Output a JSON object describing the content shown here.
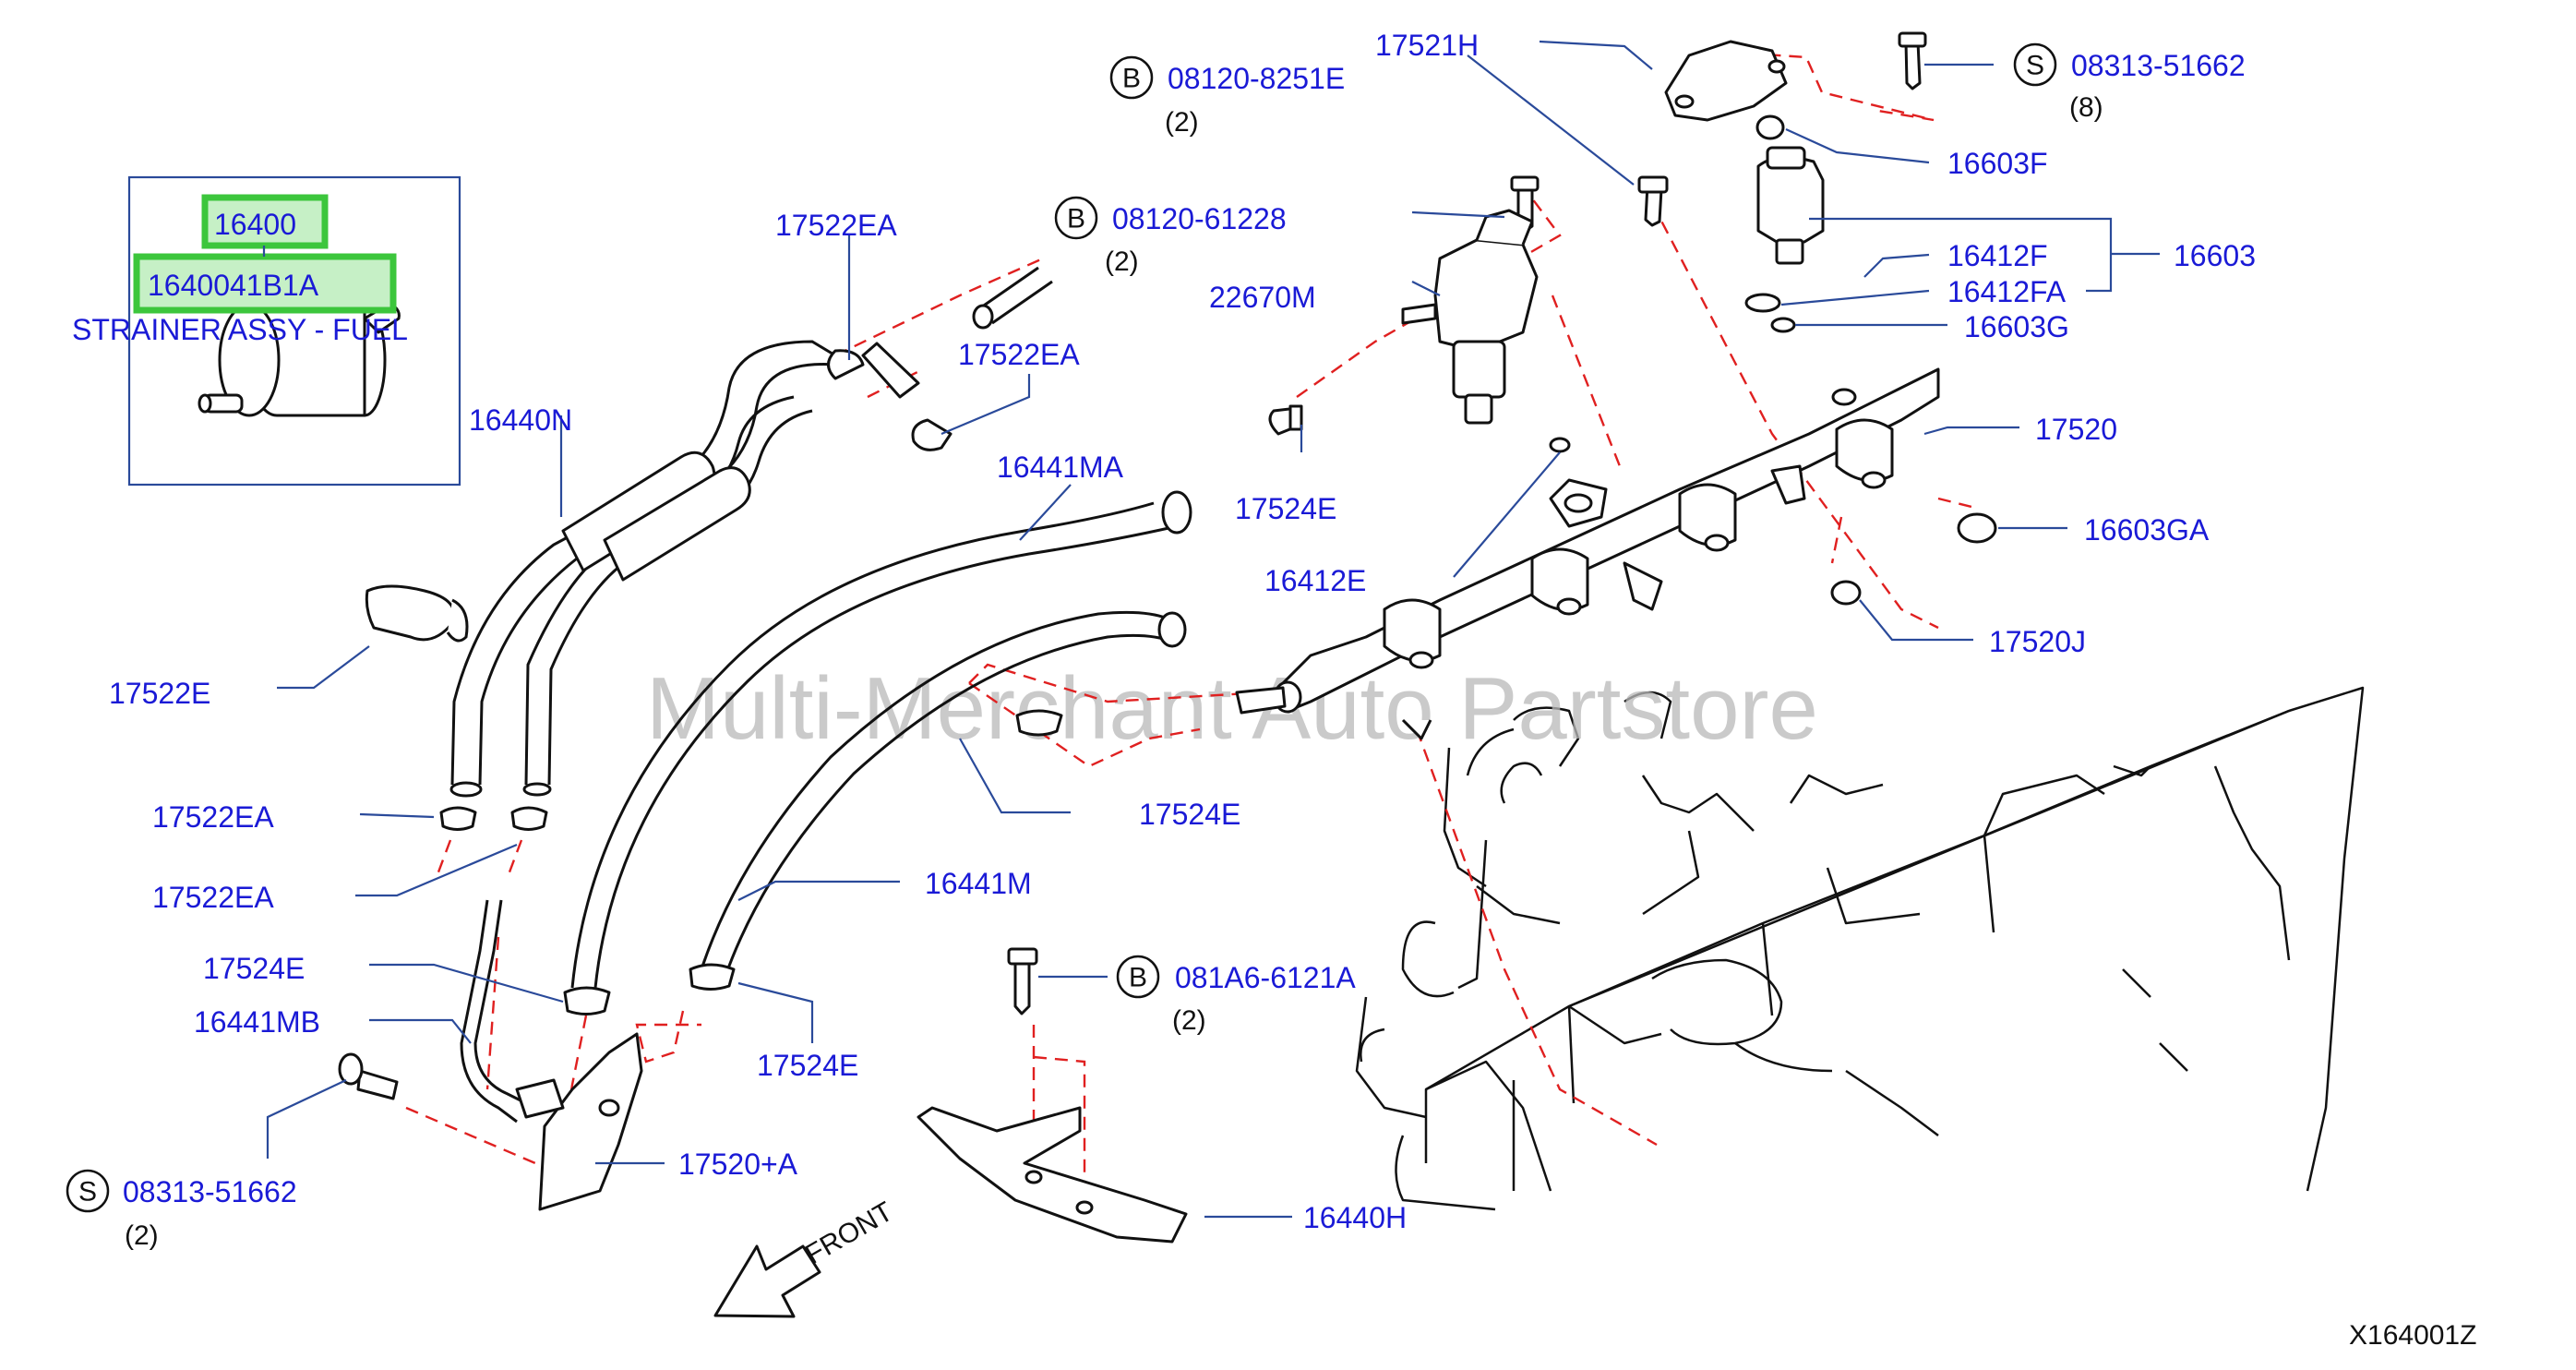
{
  "watermark": "Multi-Merchant Auto Partstore",
  "diagram_code": "X164001Z",
  "front_label": "FRONT",
  "inset": {
    "part_number": "16400",
    "alt_part_number": "1640041B1A",
    "description": "STRAINER ASSY - FUEL"
  },
  "labels": {
    "p17521H": "17521H",
    "p17522EA_top": "17522EA",
    "p17522EA_mid": "17522EA",
    "p17522EA_l1": "17522EA",
    "p17522EA_l2": "17522EA",
    "p22670M": "22670M",
    "p16440N": "16440N",
    "p16441MA": "16441MA",
    "p17524E_top": "17524E",
    "p16412E": "16412E",
    "p17522E": "17522E",
    "p17524E_mid": "17524E",
    "p16441M": "16441M",
    "p17524E_left": "17524E",
    "p16441MB": "16441MB",
    "p17524E_bottom": "17524E",
    "p17520A": "17520+A",
    "p16440H": "16440H",
    "p16603F": "16603F",
    "p16412F": "16412F",
    "p16412FA": "16412FA",
    "p16603G": "16603G",
    "p16603": "16603",
    "p17520": "17520",
    "p16603GA": "16603GA",
    "p17520J": "17520J"
  },
  "fasteners": {
    "b1": {
      "prefix": "B",
      "number": "08120-8251E",
      "qty": "(2)"
    },
    "s1": {
      "prefix": "S",
      "number": "08313-51662",
      "qty": "(8)"
    },
    "b2": {
      "prefix": "B",
      "number": "08120-61228",
      "qty": "(2)"
    },
    "b3": {
      "prefix": "B",
      "number": "081A6-6121A",
      "qty": "(2)"
    },
    "s2": {
      "prefix": "S",
      "number": "08313-51662",
      "qty": "(2)"
    }
  },
  "colors": {
    "label_text": "#1a1ad6",
    "leader_line": "#2a4a9a",
    "dashed_line": "#e02020",
    "highlight": "#3cc63c"
  }
}
